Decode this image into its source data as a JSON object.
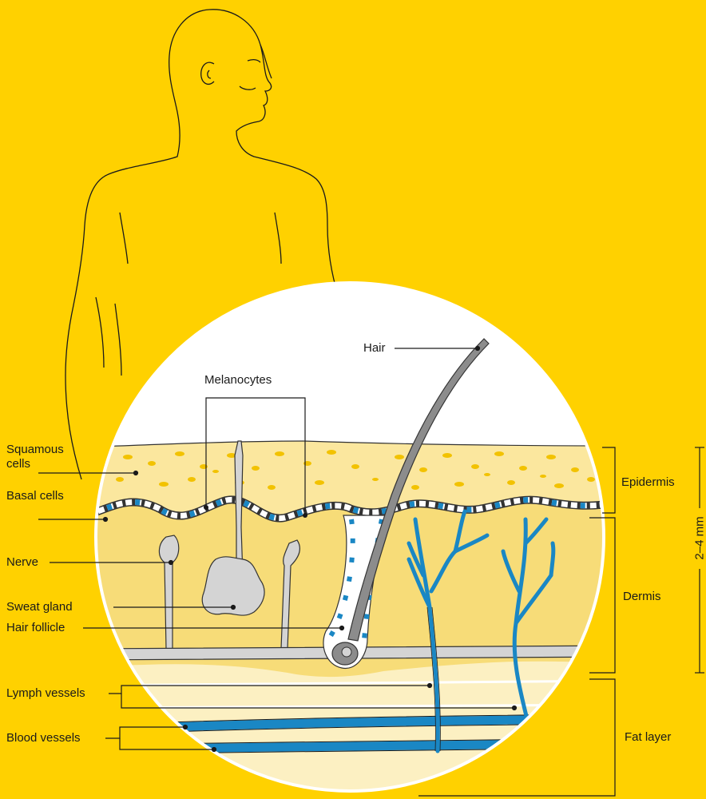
{
  "labels": {
    "hair": "Hair",
    "melanocytes": "Melanocytes",
    "squamous_cells": "Squamous cells",
    "basal_cells": "Basal cells",
    "nerve": "Nerve",
    "sweat_gland": "Sweat gland",
    "hair_follicle": "Hair follicle",
    "lymph_vessels": "Lymph vessels",
    "blood_vessels": "Blood vessels",
    "epidermis": "Epidermis",
    "dermis": "Dermis",
    "fat_layer": "Fat layer",
    "thickness": "2–4 mm"
  },
  "colors": {
    "background": "#FFD100",
    "epidermis": "#FBE79E",
    "dermis": "#F7DC78",
    "fat": "#FCF0C2",
    "vessel_blue": "#1A87C4",
    "gland_grey": "#D4D4D4",
    "hair_grey": "#8C8C8C",
    "outline": "#333333",
    "cell_dots": "#F2C200"
  }
}
